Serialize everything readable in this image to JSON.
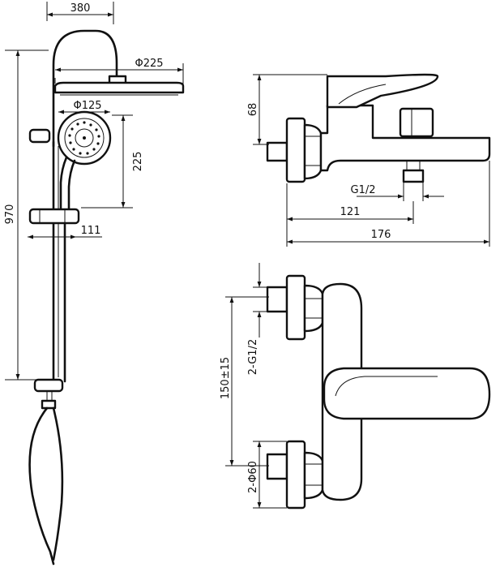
{
  "shower_column": {
    "dim_width": "380",
    "dim_rain_head": "Φ225",
    "dim_hand_shower": "Φ125",
    "dim_head_spacing": "225",
    "dim_height": "970",
    "dim_offset": "111"
  },
  "mixer_side": {
    "dim_height": "68",
    "dim_inlet": "G1/2",
    "dim_spout_depth": "121",
    "dim_total_depth": "176"
  },
  "mixer_top": {
    "dim_center": "150±15",
    "dim_connection": "2-G1/2",
    "dim_escutcheon": "2-Φ60"
  }
}
